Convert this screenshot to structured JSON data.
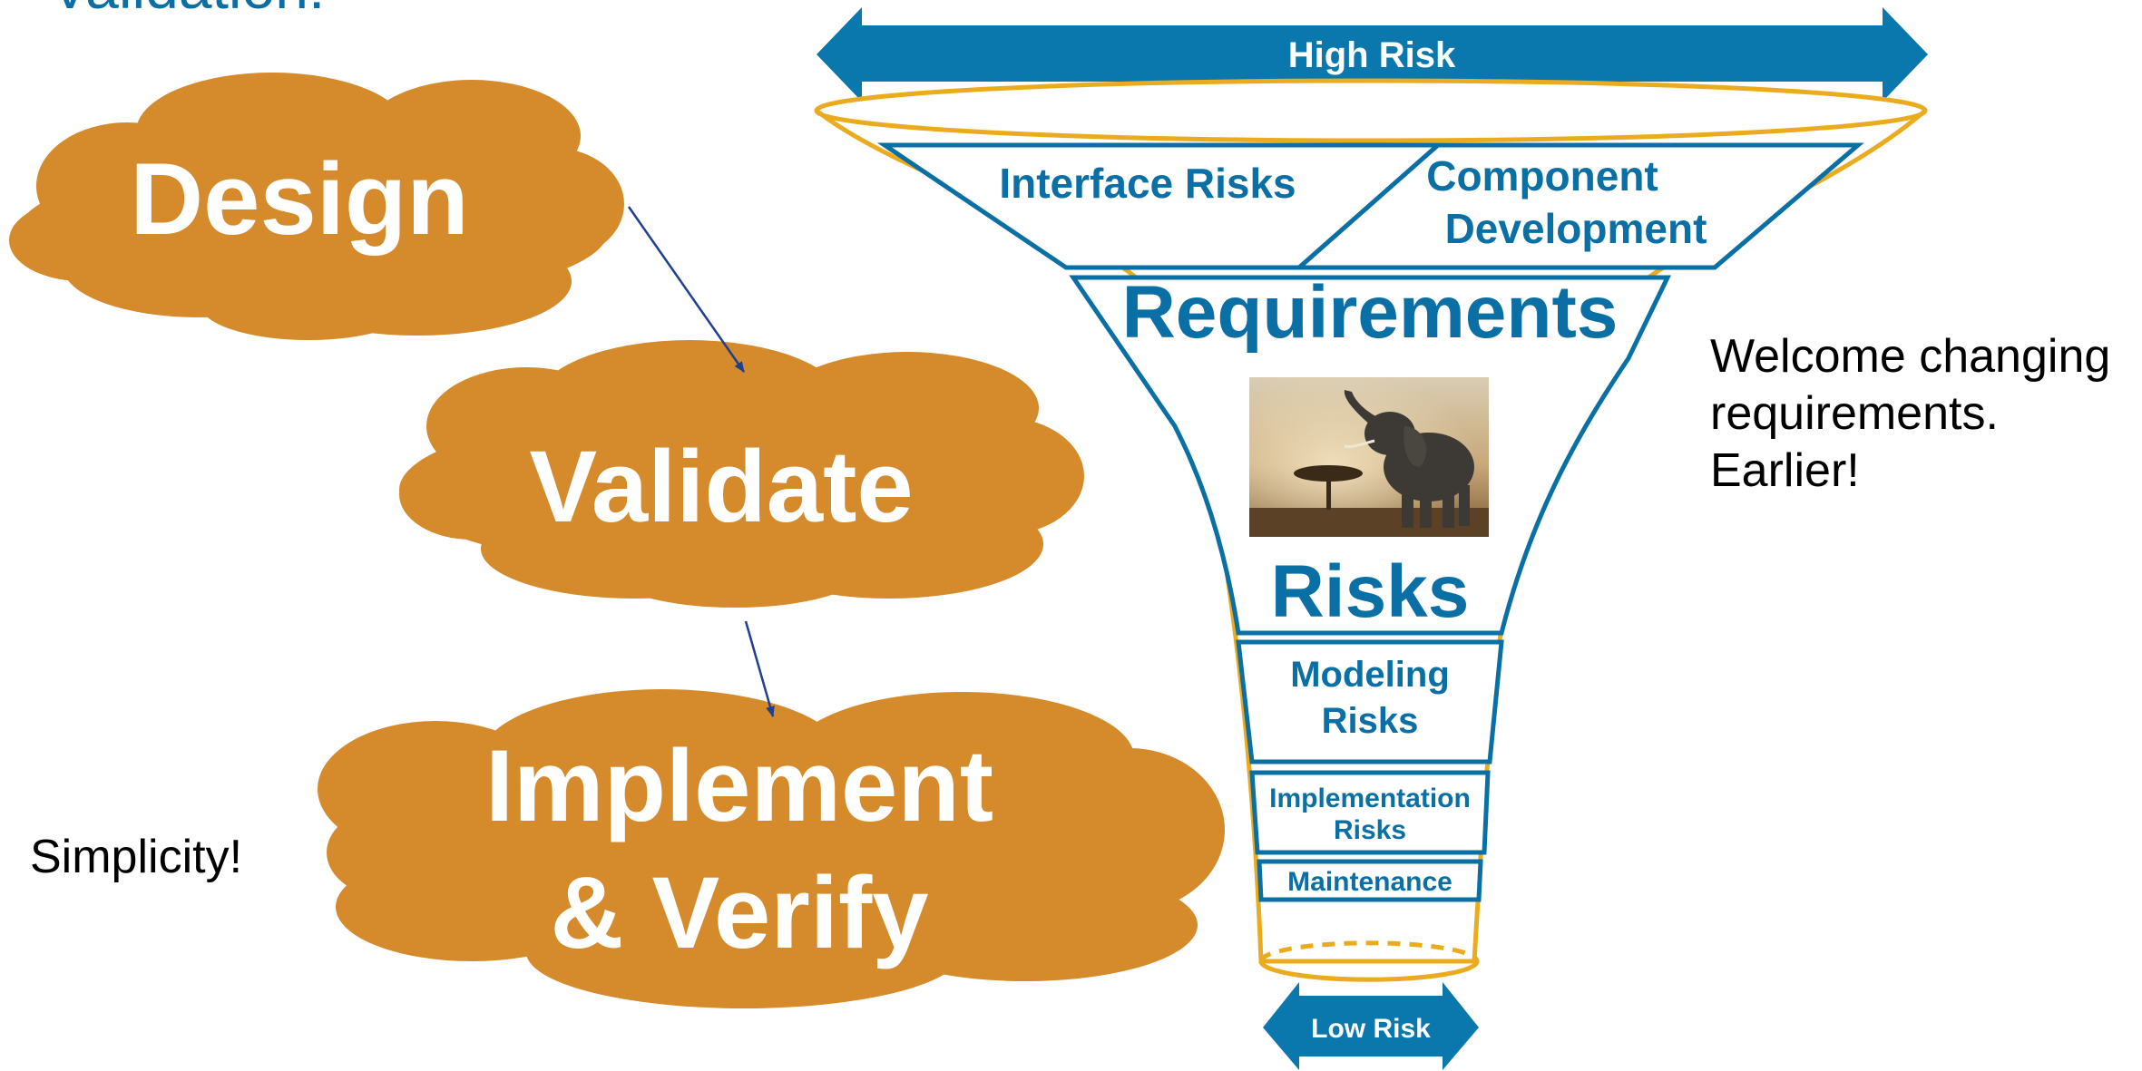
{
  "heading": "Validation:",
  "clouds": {
    "design": "Design",
    "validate": "Validate",
    "implement": [
      "Implement",
      "& Verify"
    ]
  },
  "funnel": {
    "top_arrow": "High Risk",
    "interface": "Interface Risks",
    "component": [
      "Component",
      "Development"
    ],
    "requirements": "Requirements",
    "risks": "Risks",
    "modeling": [
      "Modeling",
      "Risks"
    ],
    "implementation": [
      "Implementation",
      "Risks"
    ],
    "maintenance": "Maintenance",
    "bottom_arrow": "Low Risk"
  },
  "notes": {
    "simplicity": "Simplicity!",
    "welcome": [
      "Welcome changing",
      "requirements.",
      "Earlier!"
    ]
  },
  "colors": {
    "blue": "#0A6FA4",
    "orange": "#D58A2C",
    "gold": "#EBAB1E",
    "arrow_line": "#1F3F8F"
  },
  "image": "elephant-photo"
}
